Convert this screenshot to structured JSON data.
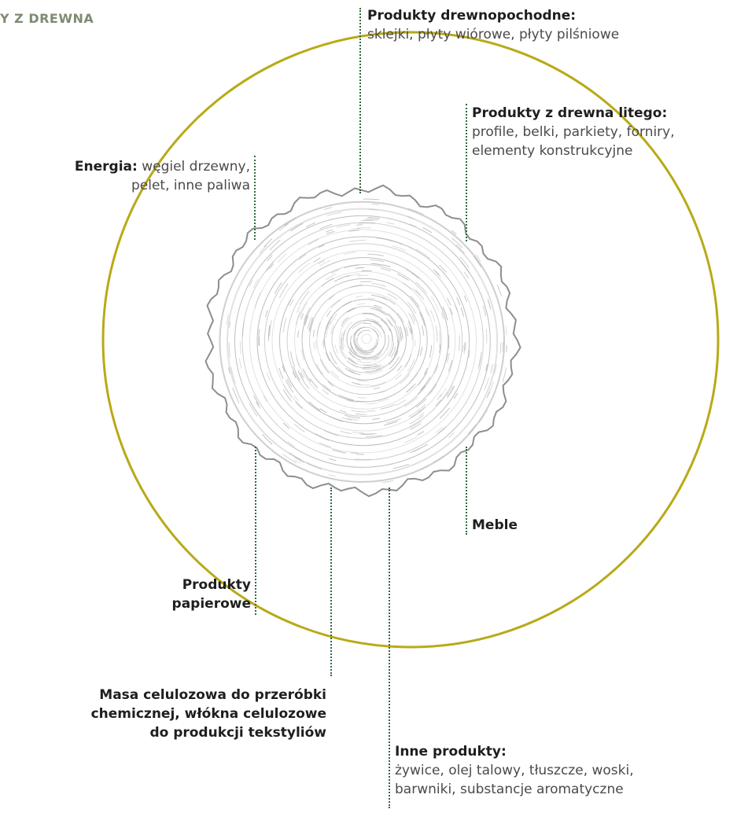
{
  "title": "Y Z DREWNA",
  "colors": {
    "ring": "#b8aa16",
    "leader": "#2f6b3c",
    "title": "#7d8c71",
    "log": "#9a9a9a"
  },
  "labels": {
    "drewnopochodne": {
      "heading": "Produkty drewnopochodne:",
      "text": "sklejki, płyty wiórowe, płyty pilśniowe"
    },
    "drewno_lite": {
      "heading": "Produkty z drewna litego:",
      "line1": "profile, belki, parkiety, forniry,",
      "line2": "elementy konstrukcyjne"
    },
    "energia": {
      "heading": "Energia:",
      "line1": "węgiel drzewny,",
      "line2": "pelet, inne paliwa"
    },
    "meble": {
      "heading": "Meble"
    },
    "papierowe": {
      "line1": "Produkty",
      "line2": "papierowe"
    },
    "masa": {
      "line1": "Masa celulozowa do przeróbki",
      "line2": "chemicznej, włókna celulozowe",
      "line3": "do produkcji tekstyliów"
    },
    "inne": {
      "heading": "Inne produkty:",
      "line1": "żywice, olej talowy, tłuszcze, woski,",
      "line2": "barwniki, substancje aromatyczne"
    }
  }
}
